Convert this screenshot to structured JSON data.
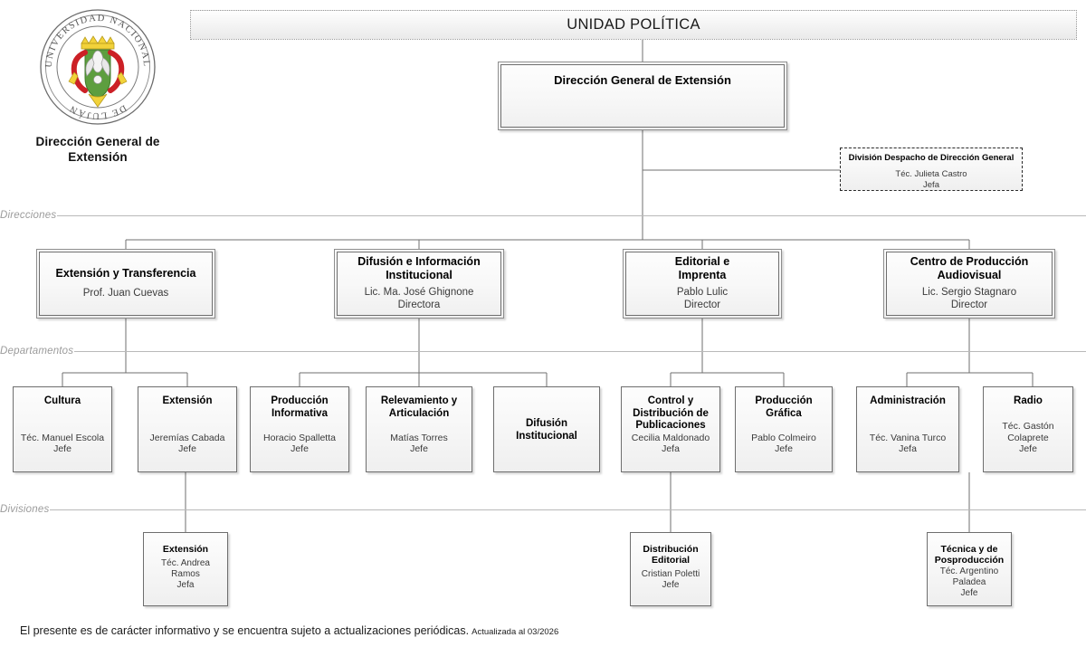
{
  "logo": {
    "alt_name": "universidad-nacional-de-lujan-seal",
    "ring_text_top": "UNIVERSIDAD NACIONAL",
    "ring_text_bottom": "DE LUJÁN",
    "caption": "Dirección General de\nExtensión",
    "colors": {
      "shield_green": "#5d9e3f",
      "crown_yellow": "#f2d23a",
      "ribbon_red": "#cc2026",
      "ring_gray": "#6b6b6b"
    }
  },
  "banner": {
    "label": "UNIDAD POLÍTICA"
  },
  "rows": {
    "direcciones": "Direcciones",
    "departamentos": "Departamentos",
    "divisiones": "Divisiones"
  },
  "root": {
    "title": "Dirección General de Extensión"
  },
  "staff": {
    "title": "División Despacho de Dirección General",
    "person": "Téc. Julieta Castro",
    "role": "Jefa"
  },
  "direcciones": [
    {
      "id": "extension-y-transferencia",
      "title": "Extensión y Transferencia",
      "person": "Prof. Juan Cuevas",
      "role": ""
    },
    {
      "id": "difusion-e-informacion-institucional",
      "title": "Difusión e Información\nInstitucional",
      "person": "Lic. Ma. José Ghignone",
      "role": "Directora"
    },
    {
      "id": "editorial-e-imprenta",
      "title": "Editorial e\nImprenta",
      "person": "Pablo Lulic",
      "role": "Director"
    },
    {
      "id": "centro-de-produccion-audiovisual",
      "title": "Centro de Producción\nAudiovisual",
      "person": "Lic. Sergio Stagnaro",
      "role": "Director"
    }
  ],
  "departamentos": [
    {
      "id": "cultura",
      "title": "Cultura",
      "person": "Téc. Manuel Escola",
      "role": "Jefe",
      "parent": "extension-y-transferencia"
    },
    {
      "id": "extension",
      "title": "Extensión",
      "person": "Jeremías Cabada",
      "role": "Jefe",
      "parent": "extension-y-transferencia"
    },
    {
      "id": "produccion-informativa",
      "title": "Producción\nInformativa",
      "person": "Horacio Spalletta",
      "role": "Jefe",
      "parent": "difusion-e-informacion-institucional"
    },
    {
      "id": "relevamiento-y-articulacion",
      "title": "Relevamiento y\nArticulación",
      "person": "Matías Torres",
      "role": "Jefe",
      "parent": "difusion-e-informacion-institucional"
    },
    {
      "id": "difusion-institucional",
      "title": "Difusión\nInstitucional",
      "person": "",
      "role": "",
      "parent": "difusion-e-informacion-institucional"
    },
    {
      "id": "control-y-distribucion-de-publicaciones",
      "title": "Control y\nDistribución de\nPublicaciones",
      "person": "Cecilia Maldonado",
      "role": "Jefa",
      "parent": "editorial-e-imprenta"
    },
    {
      "id": "produccion-grafica",
      "title": "Producción\nGráfica",
      "person": "Pablo Colmeiro",
      "role": "Jefe",
      "parent": "editorial-e-imprenta"
    },
    {
      "id": "administracion",
      "title": "Administración",
      "person": "Téc. Vanina Turco",
      "role": "Jefa",
      "parent": "centro-de-produccion-audiovisual"
    },
    {
      "id": "radio",
      "title": "Radio",
      "person": "Téc. Gastón\nColaprete",
      "role": "Jefe",
      "parent": "centro-de-produccion-audiovisual"
    }
  ],
  "divisiones": [
    {
      "id": "division-extension",
      "title": "Extensión",
      "person": "Téc. Andrea Ramos",
      "role": "Jefa",
      "parent": "extension"
    },
    {
      "id": "division-distribucion-editorial",
      "title": "Distribución\nEditorial",
      "person": "Cristian Poletti",
      "role": "Jefe",
      "parent": "control-y-distribucion-de-publicaciones"
    },
    {
      "id": "division-tecnica-y-de-posproduccion",
      "title": "Técnica y de\nPosproducción",
      "person": "Téc. Argentino\nPaladea",
      "role": "Jefe",
      "parent": "administracion"
    }
  ],
  "footer": {
    "note": "El presente es de carácter informativo y se encuentra sujeto a actualizaciones periódicas.",
    "updated": "Actualizada al 03/2026"
  }
}
